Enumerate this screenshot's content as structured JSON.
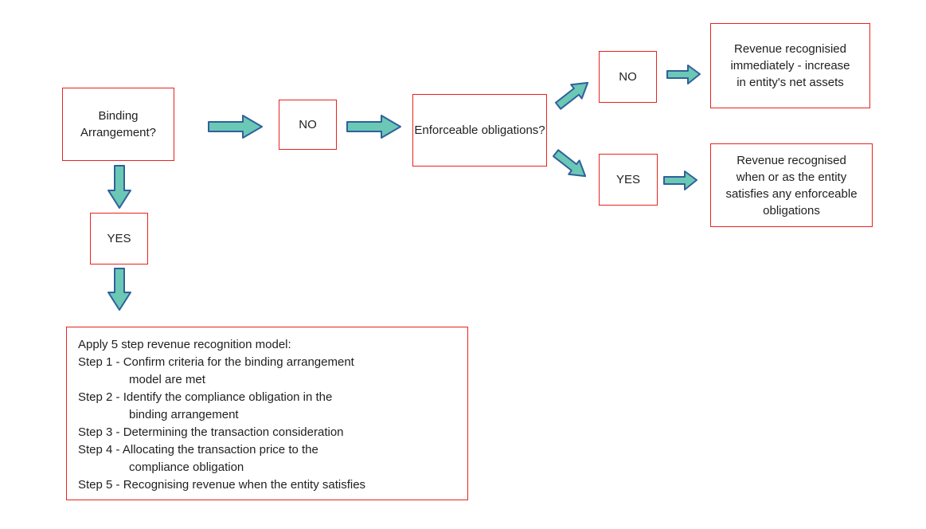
{
  "colors": {
    "background": "#ffffff",
    "box_border": "#e8231e",
    "arrow_fill": "#6ac8b5",
    "arrow_border": "#31609c",
    "text": "#1f1f1f"
  },
  "nodes": {
    "binding_arrangement": {
      "label": "Binding Arrangement?"
    },
    "no_first": {
      "label": "NO"
    },
    "enforceable_obligations": {
      "label": "Enforceable obligations?"
    },
    "no_enforceable": {
      "label": "NO"
    },
    "revenue_immediate": {
      "lines": [
        "Revenue recognisied",
        "immediately - increase",
        "in entity's net assets"
      ]
    },
    "yes_enforceable": {
      "label": "YES"
    },
    "revenue_when_satisfied": {
      "lines": [
        "Revenue recognised",
        "when or as the entity",
        "satisfies any enforceable",
        "obligations"
      ]
    },
    "yes_binding": {
      "label": "YES"
    },
    "five_step_model": {
      "lines": [
        "Apply 5 step revenue recognition model:",
        "Step 1 - Confirm criteria for the binding arrangement",
        "model are met",
        "Step 2 - Identify the compliance obligation in the",
        "binding arrangement",
        "Step 3 - Determining the transaction consideration",
        "Step 4 - Allocating the transaction price to the",
        "compliance obligation",
        "Step 5 - Recognising revenue when the entity satisfies"
      ]
    }
  },
  "icons": {
    "right_arrow": "block arrow pointing right",
    "down_arrow": "block arrow pointing down",
    "diagonal_up_right_arrow": "block arrow pointing up-right",
    "diagonal_down_right_arrow": "block arrow pointing down-right"
  }
}
